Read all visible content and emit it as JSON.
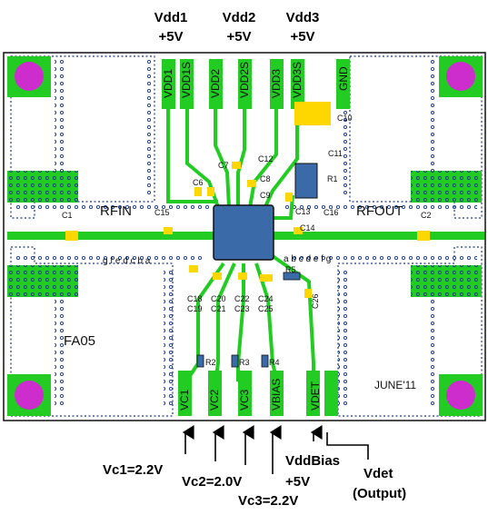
{
  "board": {
    "name": "FA05",
    "date": "JUNE'11",
    "rf_in": "RFIN",
    "rf_out": "RFOUT",
    "left_pads": "g f e d c b a",
    "right_pads": "a b c d e f g",
    "colors": {
      "copper": "#22cc22",
      "via": "#1a3a8a",
      "pad": "#ffd700",
      "chip": "#3a6aa8",
      "mount": "#cc2dcc",
      "outline": "#111111"
    }
  },
  "top_labels": [
    {
      "name": "Vdd1",
      "value": "+5V"
    },
    {
      "name": "Vdd2",
      "value": "+5V"
    },
    {
      "name": "Vdd3",
      "value": "+5V"
    }
  ],
  "top_pins": [
    "VDD1",
    "VDD1S",
    "VDD2",
    "VDD2S",
    "VDD3",
    "VDD3S",
    "GND"
  ],
  "bottom_pins": [
    "VC1",
    "VC2",
    "VC3",
    "VBIAS",
    "VDET"
  ],
  "bottom_labels": [
    {
      "name": "Vc1=2.2V"
    },
    {
      "name": "Vc2=2.0V"
    },
    {
      "name": "Vc3=2.2V"
    },
    {
      "name": "VddBias",
      "value": "+5V"
    },
    {
      "name": "Vdet",
      "value": "(Output)"
    }
  ],
  "components": {
    "c1": "C1",
    "c2": "C2",
    "c10": "C10",
    "c11": "C11",
    "c12": "C12",
    "c13": "C13",
    "c14": "C14",
    "c15": "C15",
    "c16": "C16",
    "c8": "C8",
    "c9": "C9",
    "c7": "C7",
    "c6": "C6",
    "r1": "R1",
    "r5": "R5",
    "c18": "C18",
    "c19": "C19",
    "c20": "C20",
    "c21": "C21",
    "c22": "C22",
    "c23": "C23",
    "c24": "C24",
    "c25": "C25",
    "c26": "C26",
    "r2": "R2",
    "r3": "R3",
    "r4": "R4"
  }
}
